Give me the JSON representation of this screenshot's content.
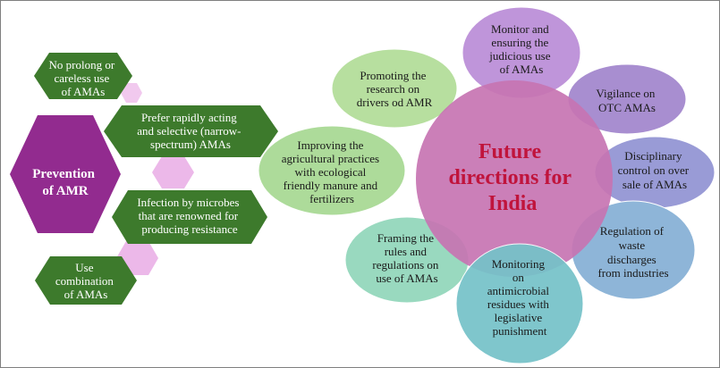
{
  "left": {
    "center": [
      "Prevention",
      "of AMR"
    ],
    "items": [
      {
        "lines": [
          "No prolong or",
          "careless use",
          "of AMAs"
        ]
      },
      {
        "lines": [
          "Prefer rapidly acting",
          "and selective (narrow-",
          "spectrum) AMAs"
        ]
      },
      {
        "lines": [
          "Infection by microbes",
          "that are renowned for",
          "producing resistance"
        ]
      },
      {
        "lines": [
          "Use",
          "combination",
          "of AMAs"
        ]
      }
    ]
  },
  "right": {
    "center": [
      "Future",
      "directions for",
      "India"
    ],
    "items": [
      {
        "lines": [
          "Monitor and",
          "ensuring the",
          "judicious use",
          "of AMAs"
        ]
      },
      {
        "lines": [
          "Vigilance on",
          "OTC AMAs"
        ]
      },
      {
        "lines": [
          "Disciplinary",
          "control on over",
          "sale of AMAs"
        ]
      },
      {
        "lines": [
          "Regulation of",
          "waste",
          "discharges",
          "from industries"
        ]
      },
      {
        "lines": [
          "Monitoring",
          "on",
          "antimicrobial",
          "residues with",
          "legislative",
          "punishment"
        ]
      },
      {
        "lines": [
          "Framing the",
          "rules and",
          "regulations on",
          "use of AMAs"
        ]
      },
      {
        "lines": [
          "Improving the",
          "agricultural practices",
          "with ecological",
          "friendly manure and",
          "fertilizers"
        ]
      },
      {
        "lines": [
          "Promoting the",
          "research on",
          "drivers od AMR"
        ]
      }
    ]
  },
  "colors": {
    "purple": "#922b8f",
    "green": "#3d7a2c",
    "pink_light": "#ecb8e9",
    "center_circle": "#c774b2",
    "center_text": "#c0143c",
    "monitor": "#b98ad6",
    "vigilance": "#9f82cc",
    "disciplinary": "#8f91d2",
    "regulation": "#82aed4",
    "monitoring": "#76c2c9",
    "framing": "#8ed5b9",
    "improving": "#a5d890",
    "promoting": "#b0dc95"
  }
}
